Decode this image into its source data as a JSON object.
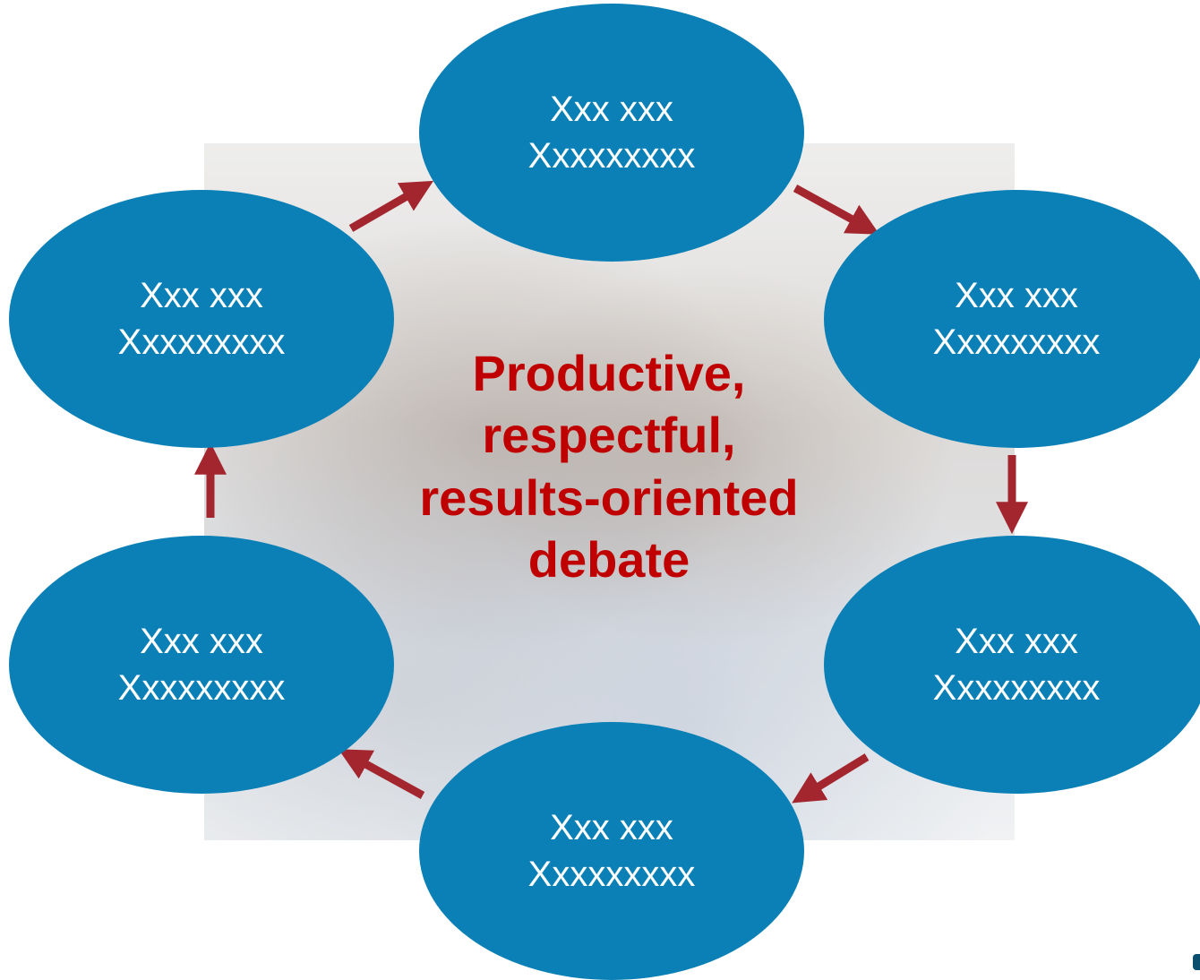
{
  "diagram": {
    "center": [
      "Productive,",
      "respectful,",
      "results-oriented",
      "debate"
    ],
    "nodes": [
      {
        "line1": "Xxx xxx",
        "line2": "Xxxxxxxxx"
      },
      {
        "line1": "Xxx xxx",
        "line2": "Xxxxxxxxx"
      },
      {
        "line1": "Xxx xxx",
        "line2": "Xxxxxxxxx"
      },
      {
        "line1": "Xxx xxx",
        "line2": "Xxxxxxxxx"
      },
      {
        "line1": "Xxx xxx",
        "line2": "Xxxxxxxxx"
      },
      {
        "line1": "Xxx xxx",
        "line2": "Xxxxxxxxx"
      }
    ]
  },
  "colors": {
    "node_fill": "#0b80b6",
    "arrow": "#a3262f",
    "center_text": "#c00000",
    "node_text": "#ffffff"
  }
}
